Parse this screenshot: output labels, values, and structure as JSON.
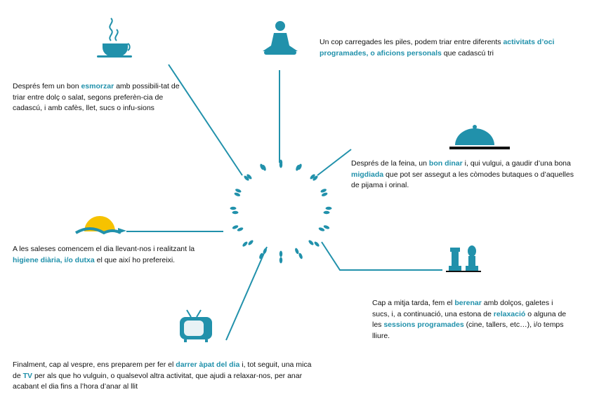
{
  "colors": {
    "accent": "#2191ab",
    "text": "#111111"
  },
  "blocks": {
    "breakfast": [
      "Després fem un bon ",
      "esmorzar",
      " amb possibili-tat de triar entre dolç o salat, segons preferèn-cia de cadascú, i amb cafès, llet, sucs o infu-sions"
    ],
    "leisure": [
      "Un cop carregades les piles, podem triar entre diferents ",
      "activitats d’oci programades, o aficions personals",
      " que cadascú tri"
    ],
    "lunch": [
      "Després de la feina, un ",
      "bon dinar",
      " i, qui vulgui, a gaudir d’una bona ",
      "migdiada",
      " que pot ser assegut a les còmodes butaques o d’aquelles de pijama i orinal."
    ],
    "hygiene": [
      "A les saleses comencem el dia llevant-nos i realitzant la ",
      "higiene diària, i/o dutxa",
      " el que així ho prefereixi."
    ],
    "snack": [
      "Cap a mitja tarda, fem el ",
      "berenar",
      " amb dolços, galetes i sucs, i, a continuació, una estona de ",
      "relaxació",
      " o alguna de les ",
      "sessions programades",
      " (cine, tallers, etc…), i/o temps lliure."
    ],
    "evening": [
      "Finalment, cap al vespre, ens preparem per fer el ",
      "darrer àpat del dia",
      " i, tot seguit, una mica de ",
      "TV",
      " per als que ho vulguin, o qualsevol altra activitat, que ajudi a relaxar-nos, per anar acabant el dia fins a l’hora d’anar al llit"
    ]
  },
  "icons": [
    "coffee-cup-icon",
    "meditation-icon",
    "cloche-icon",
    "chess-icon",
    "sunrise-icon",
    "tv-icon",
    "footprints-icon"
  ]
}
